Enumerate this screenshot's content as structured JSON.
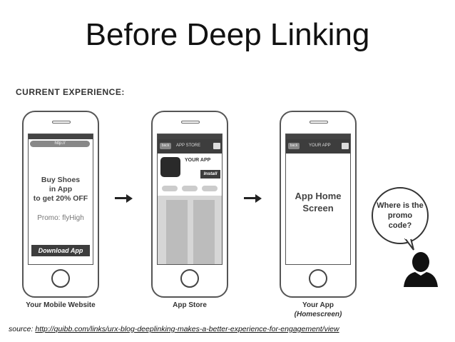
{
  "title": "Before Deep Linking",
  "section_label": "CURRENT EXPERIENCE:",
  "phones": {
    "website": {
      "url_bar": "http://",
      "promo_line1": "Buy Shoes",
      "promo_line2": "in App",
      "promo_line3": "to get 20% OFF",
      "promo_code": "Promo: flyHigh",
      "download_button": "Download App",
      "caption": "Your Mobile Website"
    },
    "store": {
      "back": "back",
      "nav_title": "APP STORE",
      "app_name": "YOUR APP",
      "install_button": "Install",
      "caption": "App Store"
    },
    "app": {
      "back": "back",
      "nav_title": "YOUR APP",
      "screen_line1": "App Home",
      "screen_line2": "Screen",
      "caption": "Your App",
      "caption_sub": "(Homescreen)"
    }
  },
  "bubble_text": "Where is the promo code?",
  "source_prefix": "source: ",
  "source_link": "http://quibb.com/links/urx-blog-deeplinking-makes-a-better-experience-for-engagement/view",
  "colors": {
    "dark": "#3d3d3d",
    "bar": "#444444"
  },
  "icons": [
    "arrow-right-icon",
    "arrow-right-icon",
    "user-silhouette-icon",
    "share-icon"
  ]
}
